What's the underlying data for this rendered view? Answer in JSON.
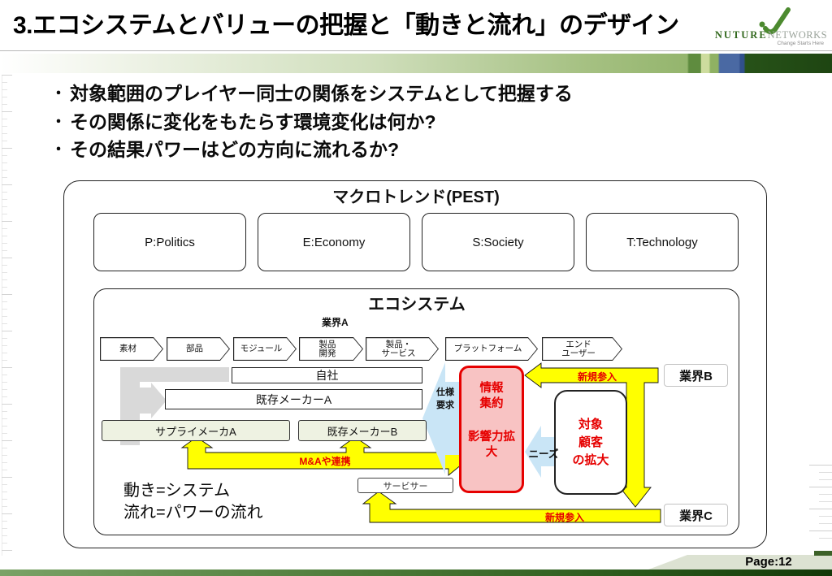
{
  "header": {
    "title": "3.エコシステムとバリューの把握と「動きと流れ」のデザイン",
    "logo": {
      "name": "NUTURE",
      "name2": "NETWORKS",
      "tagline": "Change Starts Here"
    }
  },
  "bullets": [
    "対象範囲のプレイヤー同士の関係をシステムとして把握する",
    "その関係に変化をもたらす環境変化は何か?",
    "その結果パワーはどの方向に流れるか?"
  ],
  "diagram": {
    "macro": {
      "title": "マクロトレンド(PEST)",
      "items": [
        "P:Politics",
        "E:Economy",
        "S:Society",
        "T:Technology"
      ]
    },
    "eco": {
      "title": "エコシステム",
      "industry_a": "業界A",
      "chain": [
        "素材",
        "部品",
        "モジュール",
        "製品\n開発",
        "製品・\nサービス",
        "プラットフォーム",
        "エンド\nユーザー"
      ],
      "players": {
        "own_company": "自社",
        "maker_a": "既存メーカーA",
        "supplier_a": "サプライメーカA",
        "maker_b": "既存メーカーB",
        "servicer": "サービサー"
      },
      "hub": {
        "line1": "情報\n集約",
        "line2": "影響力拡\n大"
      },
      "target": "対象\n顧客\nの拡大",
      "industry_b": "業界B",
      "industry_c": "業界C",
      "arrows": {
        "new_entry_top": "新規参入",
        "new_entry_bottom": "新規参入",
        "ma_alliance": "M&Aや連携",
        "spec_request": "仕様\n要求",
        "needs": "ニーズ"
      },
      "legend": {
        "line1": "動き=システム",
        "line2": "流れ=パワーの流れ"
      }
    }
  },
  "footer": {
    "page": "Page:12"
  },
  "colors": {
    "arrow_yellow": "#ffff00",
    "accent_red": "#e60000",
    "hub_pink": "#f8c3c3",
    "flow_blue": "#c9e5f6",
    "brand_green": "#2d5a1e"
  }
}
